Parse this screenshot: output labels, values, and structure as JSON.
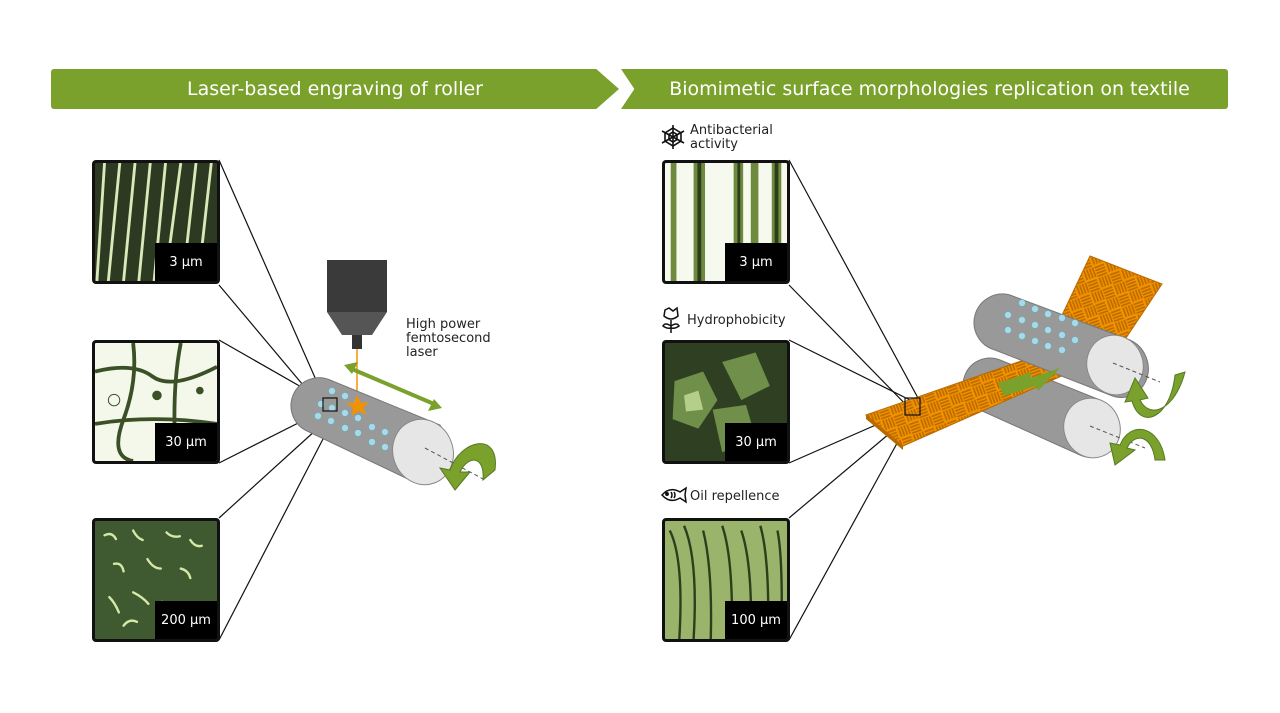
{
  "banners": {
    "left": "Laser-based engraving of roller",
    "right": "Biomimetic surface morphologies replication on textile"
  },
  "colors": {
    "banner_green": "#7aa12c",
    "arrow_green": "#7aa12c",
    "dark_green": "#557a22",
    "textile_orange": "#f39200",
    "roller_gray": "#9b9b9b",
    "dot_blue": "#a8d8ea",
    "laser_orange": "#f39200"
  },
  "left_panel": {
    "micrographs": [
      {
        "scale": "3 µm",
        "texture": "ridges"
      },
      {
        "scale": "30 µm",
        "texture": "cells"
      },
      {
        "scale": "200 µm",
        "texture": "scales"
      }
    ],
    "laser_label": [
      "High power",
      "femtosecond",
      "laser"
    ]
  },
  "right_panel": {
    "properties": [
      {
        "label": [
          "Antibacterial",
          "activity"
        ],
        "icon": "spider-web-icon",
        "scale": "3 µm",
        "texture": "stripes"
      },
      {
        "label": [
          "Hydrophobicity"
        ],
        "icon": "rose-icon",
        "scale": "30 µm",
        "texture": "papillae"
      },
      {
        "label": [
          "Oil repellence"
        ],
        "icon": "fish-icon",
        "scale": "100 µm",
        "texture": "fibers"
      }
    ]
  }
}
